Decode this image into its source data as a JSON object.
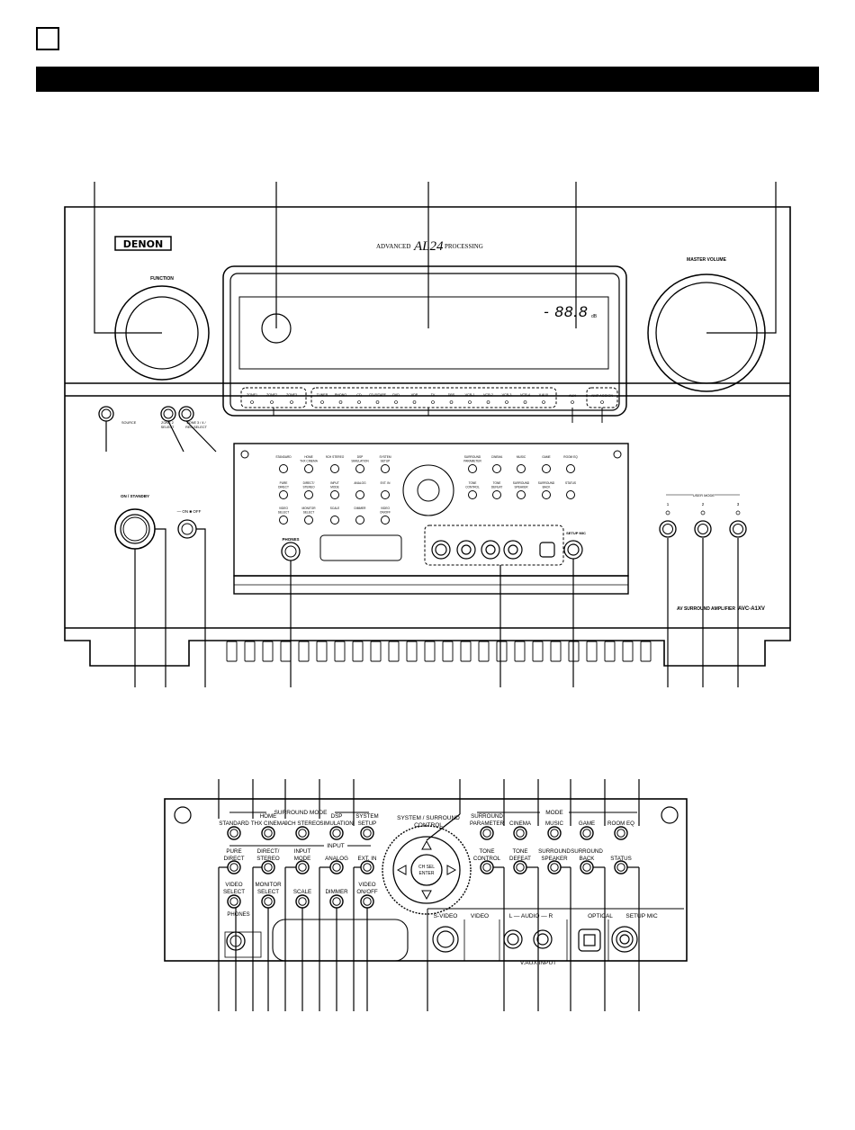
{
  "header": {
    "page_box": "",
    "title": ""
  },
  "front": {
    "brand": "DENON",
    "processing": {
      "prefix": "ADVANCED",
      "logo": "AL24",
      "suffix": "PROCESSING"
    },
    "function_label": "FUNCTION",
    "master_volume_label": "MASTER VOLUME",
    "display_readout": "- 88.8",
    "db_unit": "dB",
    "zones": [
      "ZONE1",
      "ZONE2",
      "ZONE3"
    ],
    "sources": [
      "TUNER",
      "PHONO",
      "CD",
      "CD-R/TAPE",
      "DVD",
      "VDP",
      "TV",
      "DBS",
      "VCR-1",
      "VCR-2",
      "VCR-3",
      "VCR-4",
      "V.AUX"
    ],
    "aux_label": "AUX",
    "ampassign_label": "AMP ASSIGN",
    "source_button_label": "SOURCE",
    "zone2_select": [
      "ZONE 2",
      "SELECT"
    ],
    "zone3_select": [
      "ZONE 3 / 4 /",
      "REC SELECT"
    ],
    "on_standby": "ON / STANDBY",
    "on_off": "— ON   ■ OFF",
    "user_mode": {
      "title": "USER MODE",
      "buttons": [
        "1",
        "2",
        "3"
      ]
    },
    "phones_label": "PHONES",
    "setup_mic": "SETUP MIC",
    "av_amp_label": "AV SURROUND AMPLIFIER",
    "model": "AVC-A1XV"
  },
  "panel": {
    "surround_mode": "SURROUND MODE",
    "mode": "MODE",
    "input": "INPUT",
    "system_surround_control": [
      "SYSTEM / SURROUND",
      "CONTROL"
    ],
    "ch_sel_enter": [
      "CH SEL",
      "ENTER"
    ],
    "row1": [
      [
        "STANDARD"
      ],
      [
        "HOME",
        "THX CINEMA"
      ],
      [
        "9CH STEREO"
      ],
      [
        "DSP",
        "SIMULATION"
      ],
      [
        "SYSTEM",
        "SETUP"
      ],
      [
        "SURROUND",
        "PARAMETER"
      ],
      [
        "CINEMA"
      ],
      [
        "MUSIC"
      ],
      [
        "GAME"
      ],
      [
        "ROOM EQ"
      ]
    ],
    "row2": [
      [
        "PURE",
        "DIRECT"
      ],
      [
        "DIRECT/",
        "STEREO"
      ],
      [
        "INPUT",
        "MODE"
      ],
      [
        "ANALOG"
      ],
      [
        "EXT. IN"
      ],
      [
        "TONE",
        "CONTROL"
      ],
      [
        "TONE",
        "DEFEAT"
      ],
      [
        "SURROUND",
        "SPEAKER"
      ],
      [
        "SURROUND",
        "BACK"
      ],
      [
        "STATUS"
      ]
    ],
    "row3": [
      [
        "VIDEO",
        "SELECT"
      ],
      [
        "MONITOR",
        "SELECT"
      ],
      [
        "SCALE"
      ],
      [
        "DIMMER"
      ],
      [
        "VIDEO",
        "ON/OFF"
      ]
    ],
    "phones": "PHONES",
    "s_video": "S-VIDEO",
    "video": "VIDEO",
    "audio": "L — AUDIO — R",
    "optical": "OPTICAL",
    "setup_mic": "SETUP MIC",
    "v_aux_input": "V.AUX INPUT"
  }
}
